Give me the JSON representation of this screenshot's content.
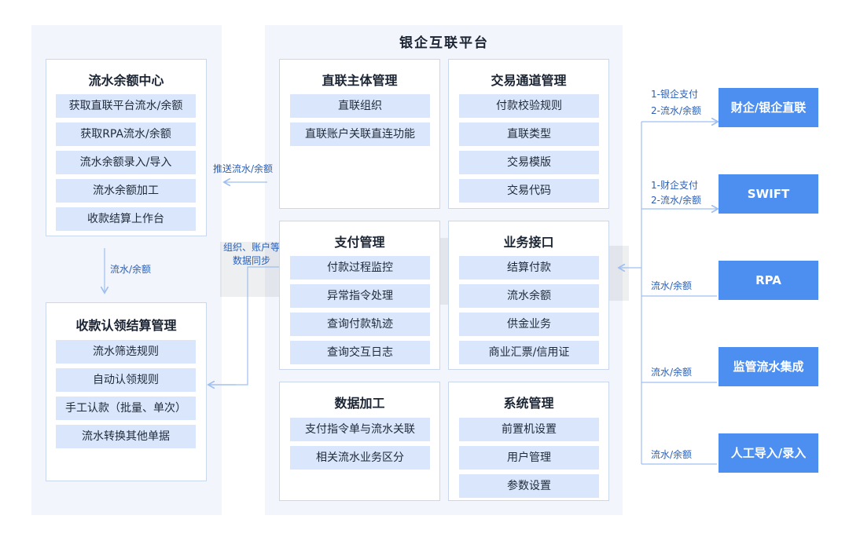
{
  "platform": {
    "title": "银企互联平台"
  },
  "left": {
    "flow_center": {
      "title": "流水余额中心",
      "items": [
        "获取直联平台流水/余额",
        "获取RPA流水/余额",
        "流水余额录入/导入",
        "流水余额加工",
        "收款结算上作台"
      ]
    },
    "receipt_mgmt": {
      "title": "收款认领结算管理",
      "items": [
        "流水筛选规则",
        "自动认领规则",
        "手工认款（批量、单次）",
        "流水转换其他单据"
      ]
    },
    "down_label": "流水/余额"
  },
  "modules": {
    "direct_entity": {
      "title": "直联主体管理",
      "items": [
        "直联组织",
        "直联账户关联直连功能"
      ]
    },
    "channel": {
      "title": "交易通道管理",
      "items": [
        "付款校验规则",
        "直联类型",
        "交易模版",
        "交易代码"
      ]
    },
    "payment": {
      "title": "支付管理",
      "items": [
        "付款过程监控",
        "异常指令处理",
        "查询付款轨迹",
        "查询交互日志"
      ]
    },
    "business_interface": {
      "title": "业务接口",
      "items": [
        "结算付款",
        "流水余额",
        "供金业务",
        "商业汇票/信用证"
      ]
    },
    "data_processing": {
      "title": "数据加工",
      "items": [
        "支付指令单与流水关联",
        "相关流水业务区分"
      ]
    },
    "system": {
      "title": "系统管理",
      "items": [
        "前置机设置",
        "用户管理",
        "参数设置"
      ]
    }
  },
  "connectors": {
    "push_label": "推送流水/余额",
    "sync_label_1": "组织、账户等",
    "sync_label_2": "数据同步"
  },
  "external": [
    {
      "name": "财企/银企直联",
      "label_1": "1-银企支付",
      "label_2": "2-流水/余额"
    },
    {
      "name": "SWIFT",
      "label_1": "1-财企支付",
      "label_2": "2-流水/余额"
    },
    {
      "name": "RPA",
      "label_1": "流水/余额"
    },
    {
      "name": "监管流水集成",
      "label_1": "流水/余额"
    },
    {
      "name": "人工导入/录入",
      "label_1": "流水/余额"
    }
  ],
  "colors": {
    "accent": "#4d8ff0",
    "item_bg": "#d9e6fb",
    "panel_bg": "#f2f5fb",
    "line": "#9fbff0"
  }
}
